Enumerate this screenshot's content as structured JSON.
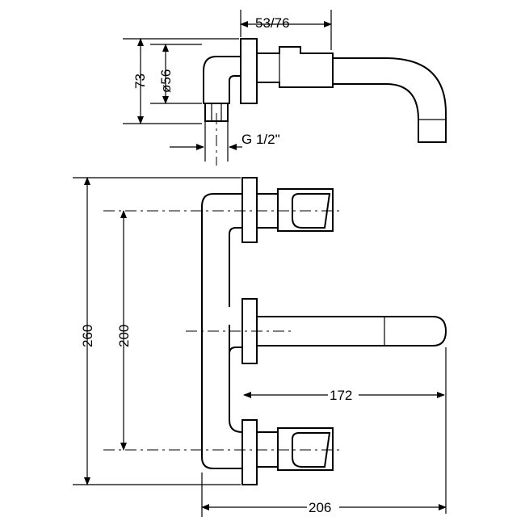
{
  "dimensions": {
    "top_width": "53/76",
    "side_height": "73",
    "diameter": "ø56",
    "thread": "G 1/2\"",
    "total_height": "260",
    "axis_spacing": "200",
    "spout_projection": "172",
    "total_width": "206"
  }
}
